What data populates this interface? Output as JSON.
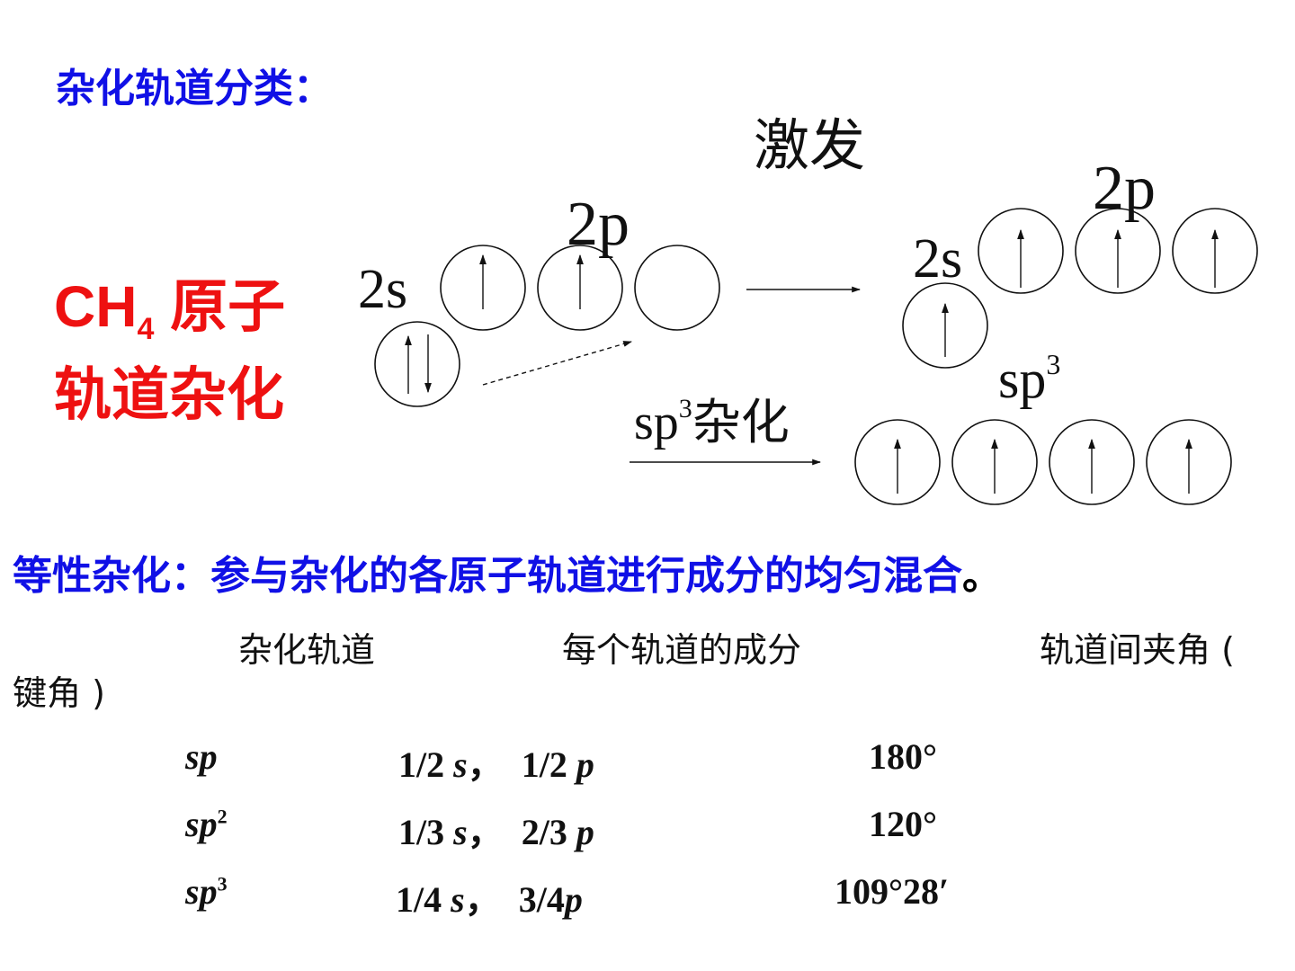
{
  "title": "杂化轨道分类：",
  "ch4": {
    "formula_main": "CH",
    "formula_sub": "4",
    "line1_rest": " 原子",
    "line2": "轨道杂化"
  },
  "diagram": {
    "ground": {
      "label_2s": "2s",
      "label_2p": "2p",
      "s_orbital": "up-down-pair",
      "p_orbitals": [
        "up",
        "up",
        "empty"
      ]
    },
    "excited_label": "激发",
    "excited": {
      "label_2s": "2s",
      "label_2p": "2p",
      "s_orbital": "up",
      "p_orbitals": [
        "up",
        "up",
        "up"
      ]
    },
    "hybrid_arrow_label": {
      "base": "sp",
      "sup": "3",
      "rest": "杂化"
    },
    "hybrid": {
      "label_base": "sp",
      "label_sup": "3",
      "orbitals": [
        "up",
        "up",
        "up",
        "up"
      ]
    }
  },
  "definition": {
    "text": "等性杂化：参与杂化的各原子轨道进行成分的均匀混合",
    "end": "。"
  },
  "table": {
    "headers": [
      "杂化轨道",
      "每个轨道的成分",
      "轨道间夹角 (",
      "键角 )"
    ],
    "rows": [
      {
        "orbital": "sp",
        "orbital_sup": "",
        "s_frac": "1/2",
        "p_frac": "1/2",
        "angle": "180°"
      },
      {
        "orbital": "sp",
        "orbital_sup": "2",
        "s_frac": "1/3",
        "p_frac": "2/3",
        "angle": "120°"
      },
      {
        "orbital": "sp",
        "orbital_sup": "3",
        "s_frac": "1/4",
        "p_frac": "3/4",
        "angle": "109°28′"
      }
    ],
    "s_symbol": "s",
    "p_symbol": "p",
    "separator": "，"
  },
  "colors": {
    "blue": "#1010e6",
    "red": "#ee1111",
    "black": "#000000"
  }
}
